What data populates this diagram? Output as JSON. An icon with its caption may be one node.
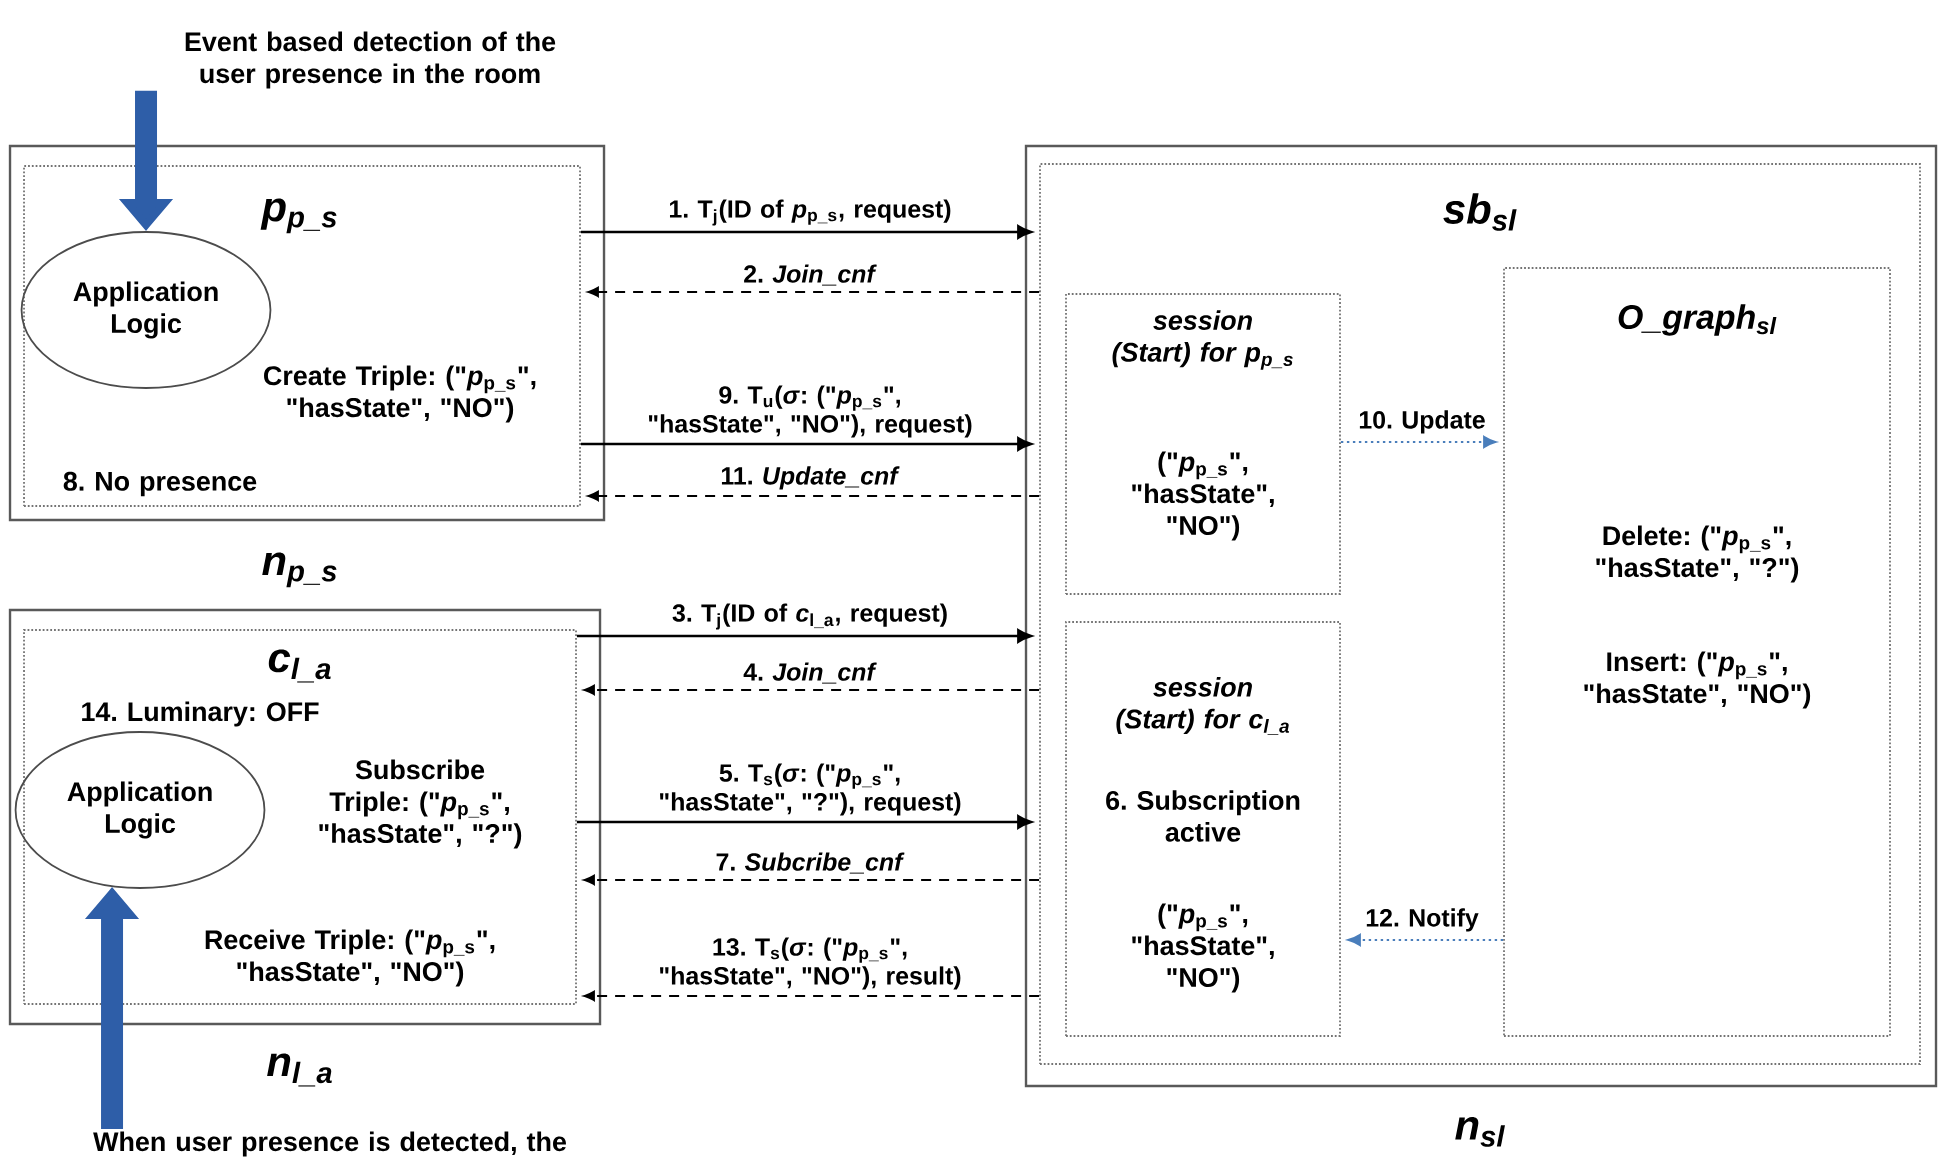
{
  "diagram": {
    "nodes": [
      {
        "text": [
          "n$_{p_s}$"
        ]
      },
      {
        "text": [
          "p$_{p_s}$",
          "Create Triple: (\"*p*$_{p_s}$\", \"hasState\", \"NO\")",
          "8. No presence"
        ],
        "in": 0
      },
      {
        "text": [
          "Application Logic"
        ],
        "in": 1
      },
      {
        "text": [
          "n$_{l_a}$"
        ]
      },
      {
        "text": [
          "c$_{l_a}$",
          "14. Luminary: OFF",
          "Subscribe Triple: (\"*p*$_{p_s}$\", \"hasState\", \"?\")",
          "Receive Triple: (\"*p*$_{p_s}$\", \"hasState\", \"NO\")"
        ],
        "in": 3
      },
      {
        "text": [
          "Application Logic"
        ],
        "in": 4
      },
      {
        "text": [
          "n$_{sl}$"
        ]
      },
      {
        "text": [
          "sb$_{sl}$"
        ],
        "in": 6
      },
      {
        "text": [
          "session (Start) for p$_{p_s}$",
          "(\"*p*$_{p_s}$\", \"hasState\", \"NO\")"
        ],
        "in": 7
      },
      {
        "text": [
          "session (Start) for c$_{l_a}$",
          "6. Subscription active",
          "(\"*p*$_{p_s}$\", \"hasState\", \"NO\")"
        ],
        "in": 7
      },
      {
        "text": [
          "O_graph$_{sl}$",
          "Delete: (\"*p*$_{p_s}$\", \"hasState\", \"?\")",
          "Insert: (\"*p*$_{p_s}$\", \"hasState\", \"NO\")"
        ],
        "in": 7
      },
      {
        "text": [
          "Event based detection of the user presence in the room"
        ]
      },
      {
        "text": [
          "When user presence is detected, the"
        ]
      }
    ],
    "edges": [
      {
        "from": 1,
        "to": 7,
        "arrow": "to",
        "label": "1. T$_{j}$(ID of *p*$_{p_s}$, request)"
      },
      {
        "from": 7,
        "to": 1,
        "arrow": "to",
        "style": "dashed",
        "label": "2. *Join_cnf*"
      },
      {
        "from": 1,
        "to": 7,
        "arrow": "to",
        "label": "9. T$_{u}$(*σ*: (\"*p*$_{p_s}$\", \"hasState\", \"NO\"), request)"
      },
      {
        "from": 7,
        "to": 1,
        "arrow": "to",
        "style": "dashed",
        "label": "11. *Update_cnf*"
      },
      {
        "from": 4,
        "to": 7,
        "arrow": "to",
        "label": "3. T$_{j}$(ID of *c*$_{l_a}$, request)"
      },
      {
        "from": 7,
        "to": 4,
        "arrow": "to",
        "style": "dashed",
        "label": "4. *Join_cnf*"
      },
      {
        "from": 4,
        "to": 7,
        "arrow": "to",
        "label": "5. T$_{s}$(*σ*: (\"*p*$_{p_s}$\", \"hasState\", \"?\"), request)"
      },
      {
        "from": 7,
        "to": 4,
        "arrow": "to",
        "style": "dashed",
        "label": "7. *Subcribe_cnf*"
      },
      {
        "from": 7,
        "to": 4,
        "arrow": "to",
        "style": "dashed",
        "label": "13. T$_{s}$(*σ*: (\"*p*$_{p_s}$\", \"hasState\", \"NO\"), result)"
      },
      {
        "from": 8,
        "to": 10,
        "arrow": "to",
        "style": "dashed",
        "color": "#4a7ebb",
        "label": "10. Update"
      },
      {
        "from": 10,
        "to": 9,
        "arrow": "to",
        "style": "dashed",
        "color": "#4a7ebb",
        "label": "12. Notify"
      },
      {
        "from": 11,
        "to": 2,
        "arrow": "to",
        "style": "thick",
        "color": "#2e5ea8"
      },
      {
        "from": 12,
        "to": 5,
        "arrow": "to",
        "style": "thick",
        "color": "#2e5ea8"
      }
    ]
  }
}
